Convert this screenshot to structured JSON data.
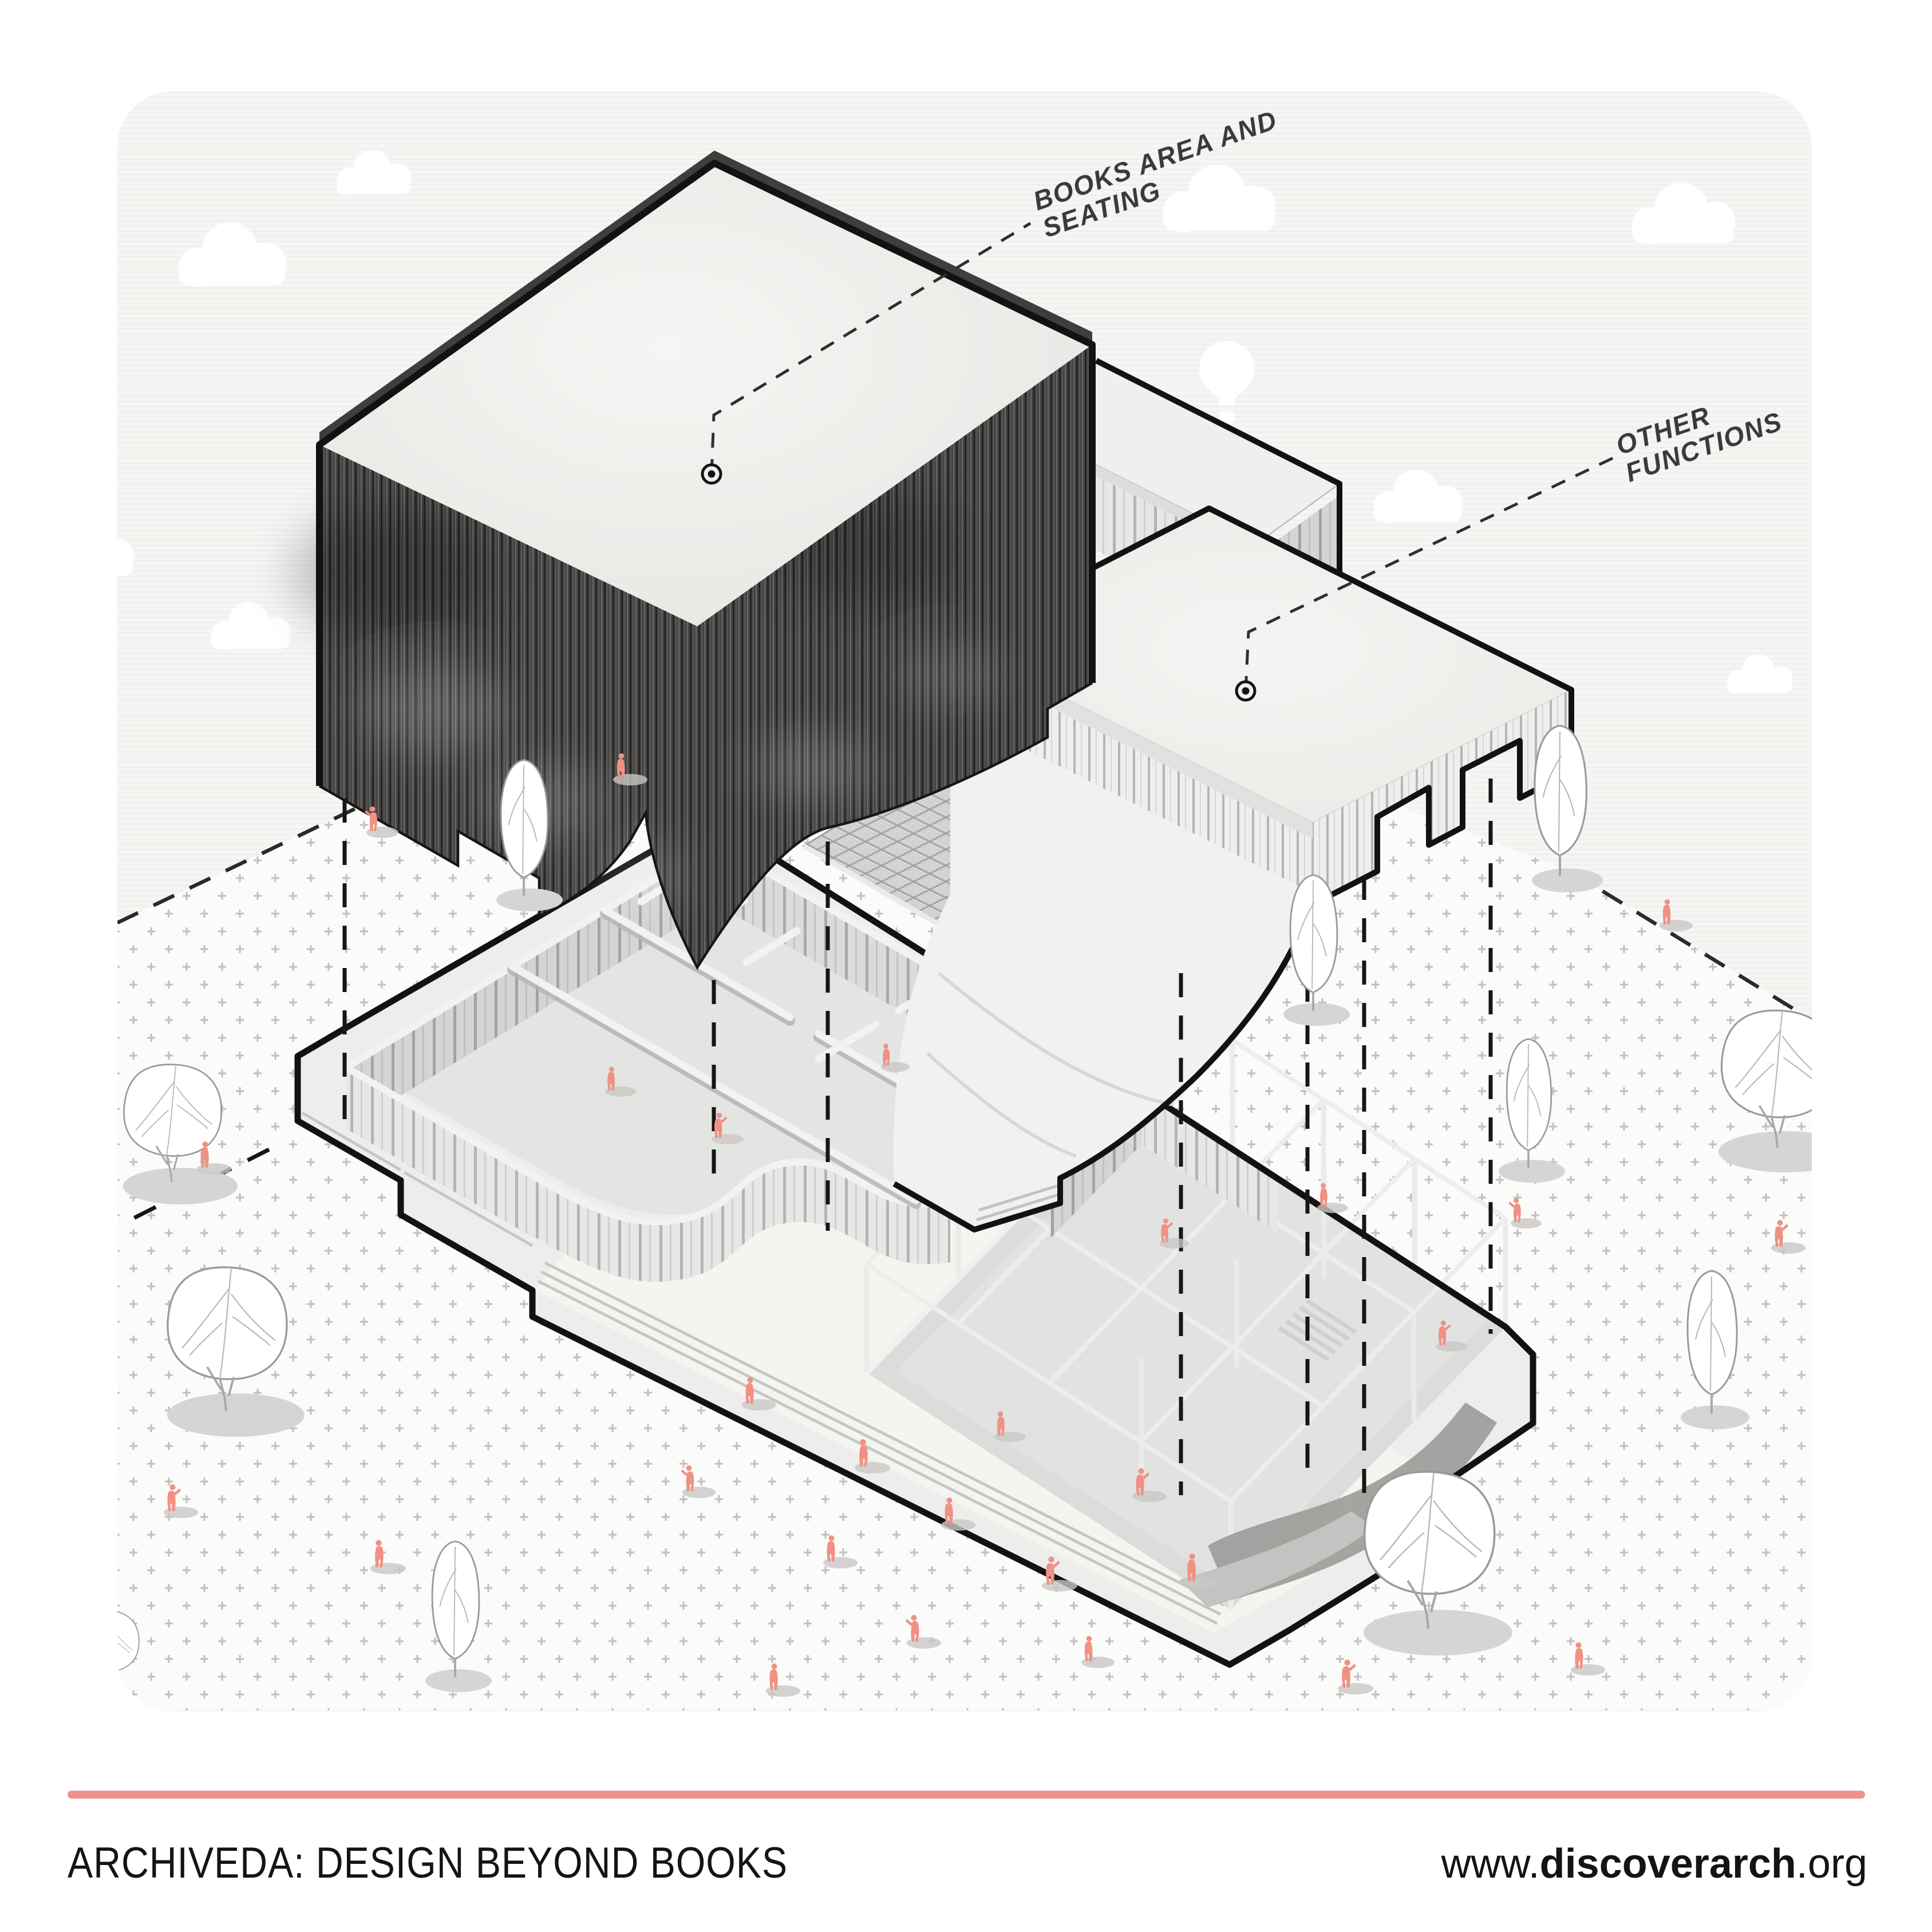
{
  "annotations": {
    "books": {
      "line1": "BOOKS AREA AND",
      "line2": "SEATING"
    },
    "other": {
      "line1": "OTHER",
      "line2": "FUNCTIONS"
    }
  },
  "footer": {
    "title": "ARCHIVEDA: DESIGN BEYOND BOOKS",
    "url_prefix": "www.",
    "url_domain": "discoverarch",
    "url_suffix": ".org"
  },
  "colors": {
    "accent_bar": "#f1928a",
    "people": "#ef9184",
    "outline_ink": "#121212",
    "panel_paper": "#f6f5f3",
    "dark_facade": "#454443",
    "ground_dots": "#c2c2c1"
  }
}
